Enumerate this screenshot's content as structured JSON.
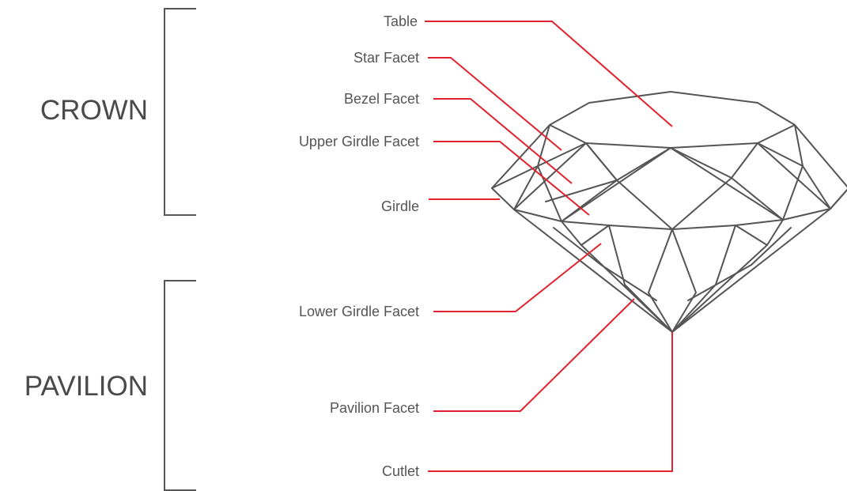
{
  "colors": {
    "leader": "#e0232e",
    "outline": "#555555",
    "text": "#555555"
  },
  "sections": {
    "crown": "CROWN",
    "pavilion": "PAVILION"
  },
  "parts": {
    "table": "Table",
    "star_facet": "Star Facet",
    "bezel_facet": "Bezel Facet",
    "upper_girdle_facet": "Upper Girdle Facet",
    "girdle": "Girdle",
    "lower_girdle_facet": "Lower Girdle Facet",
    "pavilion_facet": "Pavilion Facet",
    "cutlet": "Cutlet"
  }
}
